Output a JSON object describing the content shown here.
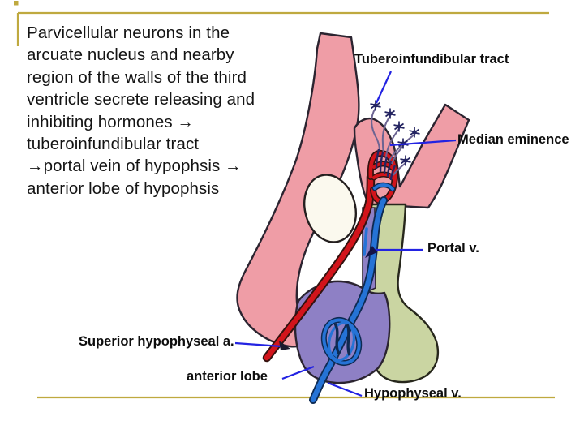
{
  "slide": {
    "background": "#ffffff",
    "rule_color": "#bfa93f",
    "intro_text": "Parvicellular neurons in the\narcuate nucleus and nearby\nregion of the walls of the third\nventricle secrete releasing and\ninhibiting hormones →\ntuberoinfundibular tract\n→portal vein of hypophsis →\nanterior lobe of hypophsis"
  },
  "diagram": {
    "labels": {
      "tuberoinfundibular_tract": "Tuberoinfundibular tract",
      "median_eminence": "Median eminence",
      "portal_v": "Portal v.",
      "superior_hypophyseal_a": "Superior hypophyseal a.",
      "anterior_lobe": "anterior lobe",
      "hypophyseal_v": "Hypophyseal v."
    },
    "colors": {
      "hypothalamus_pink": "#ef9da6",
      "posterior_lobe_green": "#cad5a2",
      "anterior_lobe_purple": "#8e80c5",
      "artery_red": "#d2141b",
      "vein_blue": "#2573d6",
      "leader_line_blue": "#2323e2",
      "neuron_navy": "#242461",
      "outline": "#2b2430"
    }
  }
}
